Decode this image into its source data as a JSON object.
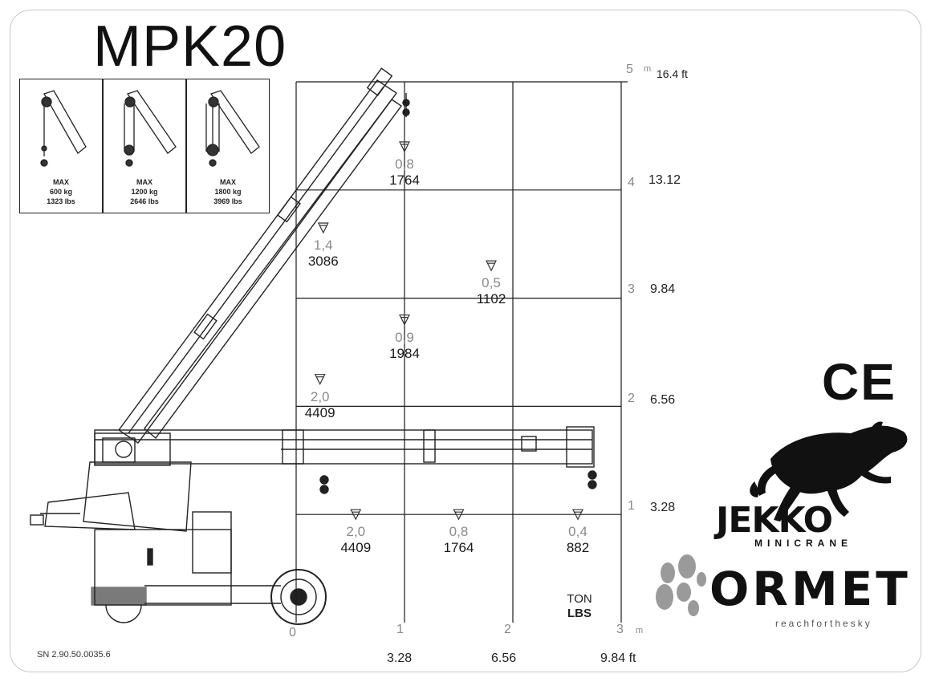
{
  "title": "MPK20",
  "configs": [
    {
      "max": "MAX",
      "kg": "600 kg",
      "lbs": "1323 lbs"
    },
    {
      "max": "MAX",
      "kg": "1200 kg",
      "lbs": "2646 lbs"
    },
    {
      "max": "MAX",
      "kg": "1800 kg",
      "lbs": "3969 lbs"
    }
  ],
  "y_axis": {
    "ticks": [
      {
        "m": "5",
        "unit": "m",
        "ft": "16.4 ft"
      },
      {
        "m": "4",
        "ft": "13.12"
      },
      {
        "m": "3",
        "ft": "9.84"
      },
      {
        "m": "2",
        "ft": "6.56"
      },
      {
        "m": "1",
        "ft": "3.28"
      }
    ]
  },
  "x_axis": {
    "ticks_m": [
      "0",
      "1",
      "2",
      "3"
    ],
    "unit": "m",
    "ticks_ft": [
      "3.28",
      "6.56",
      "9.84 ft"
    ]
  },
  "chart_data": {
    "type": "scatter",
    "title": "",
    "points": [
      {
        "x_m": 1.0,
        "y_m": 4.4,
        "ton": "0,8",
        "lbs": "1764"
      },
      {
        "x_m": 0.25,
        "y_m": 3.65,
        "ton": "1,4",
        "lbs": "3086"
      },
      {
        "x_m": 1.8,
        "y_m": 3.3,
        "ton": "0,5",
        "lbs": "1102"
      },
      {
        "x_m": 1.0,
        "y_m": 2.8,
        "ton": "0,9",
        "lbs": "1984"
      },
      {
        "x_m": 0.22,
        "y_m": 2.25,
        "ton": "2,0",
        "lbs": "4409"
      },
      {
        "x_m": 0.55,
        "y_m": 1.0,
        "ton": "2,0",
        "lbs": "4409"
      },
      {
        "x_m": 1.5,
        "y_m": 1.0,
        "ton": "0,8",
        "lbs": "1764"
      },
      {
        "x_m": 2.6,
        "y_m": 1.0,
        "ton": "0,4",
        "lbs": "882"
      }
    ],
    "xlim": [
      0,
      3
    ],
    "ylim": [
      0,
      5
    ]
  },
  "units": {
    "ton": "TON",
    "lbs": "LBS"
  },
  "serial": "SN 2.90.50.0035.6",
  "brands": {
    "ce": "CE",
    "jekko": "JEKKO",
    "minicrane": "MINICRANE",
    "ormet": "ORMET",
    "tagline": "reachforthesky"
  },
  "colors": {
    "line": "#1a1a1a",
    "grey_text": "#8a8a8a",
    "ormet_grey": "#9a9a9a"
  }
}
